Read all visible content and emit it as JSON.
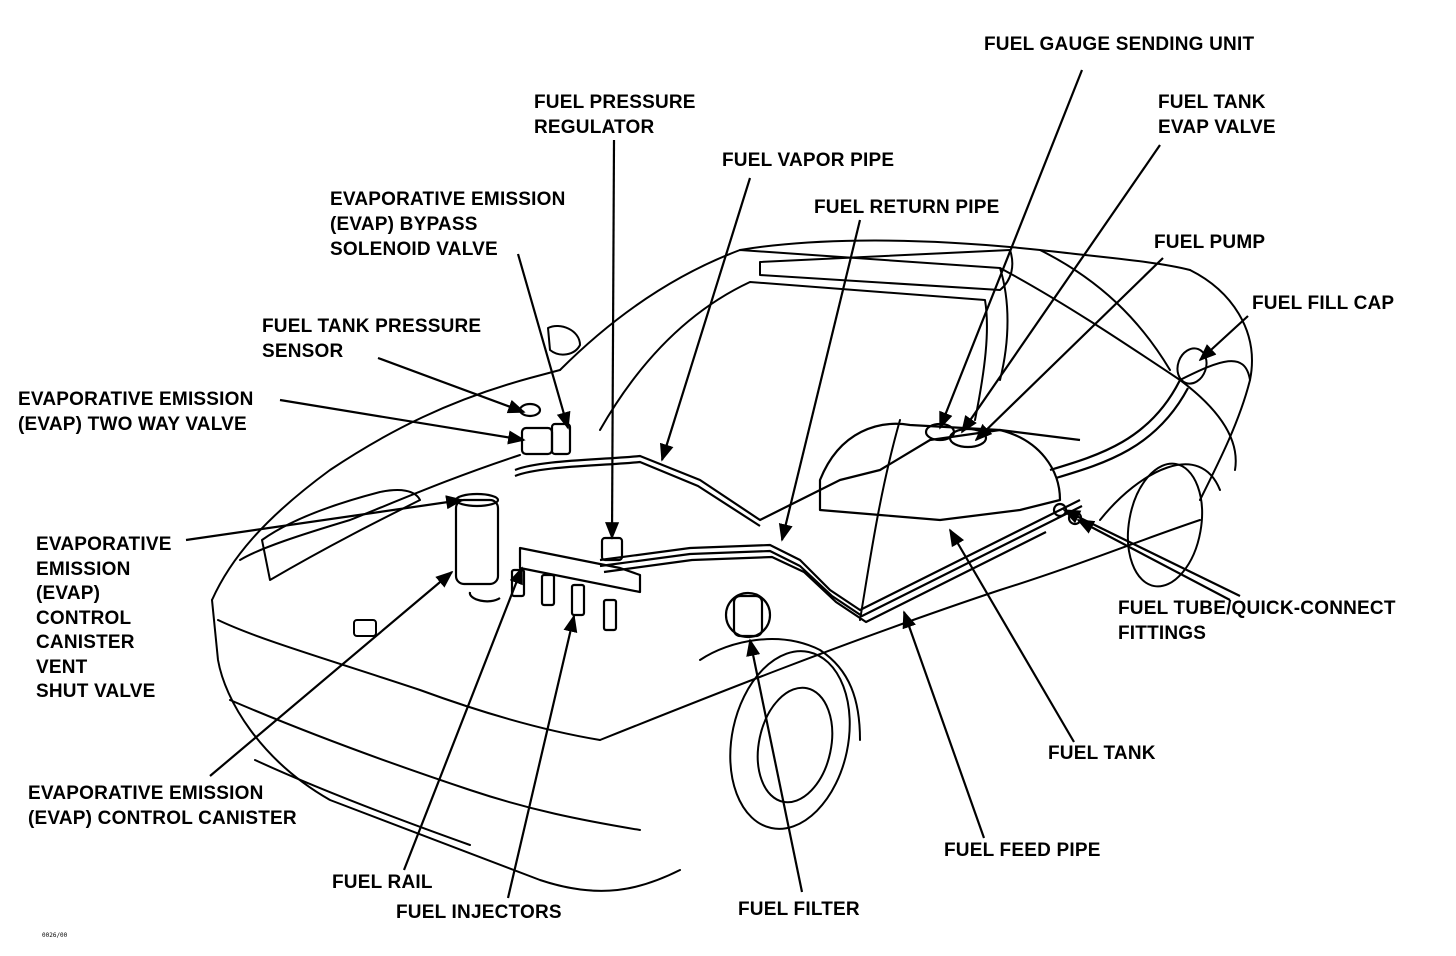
{
  "labels": {
    "fuel_gauge_sending_unit": "FUEL GAUGE SENDING UNIT",
    "fuel_pressure_regulator": "FUEL PRESSURE\nREGULATOR",
    "fuel_tank_evap_valve": "FUEL TANK\nEVAP VALVE",
    "fuel_vapor_pipe": "FUEL VAPOR PIPE",
    "evap_bypass_solenoid_valve": "EVAPORATIVE EMISSION\n(EVAP) BYPASS\nSOLENOID VALVE",
    "fuel_return_pipe": "FUEL RETURN PIPE",
    "fuel_pump": "FUEL PUMP",
    "fuel_fill_cap": "FUEL FILL CAP",
    "fuel_tank_pressure_sensor": "FUEL TANK PRESSURE\nSENSOR",
    "evap_two_way_valve": "EVAPORATIVE EMISSION\n(EVAP) TWO WAY VALVE",
    "evap_canister_vent_shut_valve": "EVAPORATIVE\nEMISSION\n(EVAP)\nCONTROL\nCANISTER\nVENT\nSHUT VALVE",
    "fuel_tube_quick_connect_fittings": "FUEL TUBE/QUICK-CONNECT\nFITTINGS",
    "fuel_tank": "FUEL TANK",
    "evap_control_canister": "EVAPORATIVE EMISSION\n(EVAP) CONTROL CANISTER",
    "fuel_feed_pipe": "FUEL FEED PIPE",
    "fuel_rail": "FUEL RAIL",
    "fuel_injectors": "FUEL INJECTORS",
    "fuel_filter": "FUEL FILTER"
  },
  "figure_code": "0026/00",
  "colors": {
    "ink": "#000000",
    "paper": "#ffffff"
  }
}
